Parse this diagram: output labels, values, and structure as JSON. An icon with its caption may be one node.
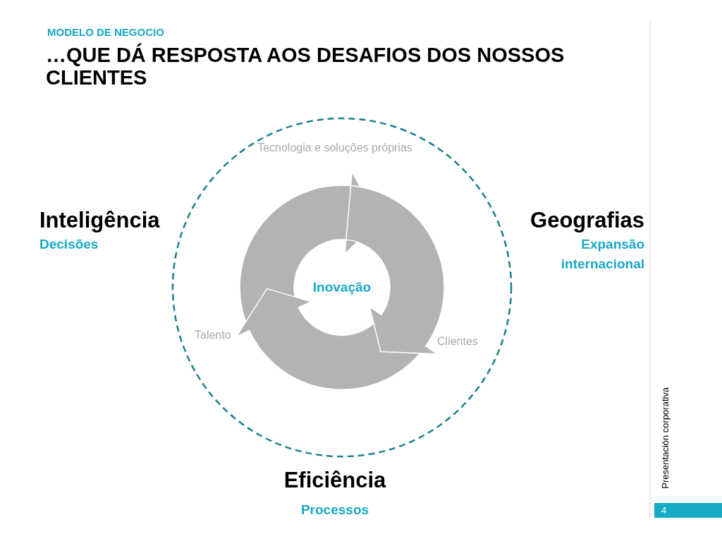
{
  "diagram": {
    "title": "…QUE DÁ RESPOSTA AOS DESAFIOS DOS NOSSOS CLIENTES",
    "nodes": [
      {
        "text": [
          "Inovação"
        ]
      },
      {
        "text": [
          "Inteligência",
          "Decisões"
        ]
      },
      {
        "text": [
          "Geografias",
          "Expansão internacional"
        ]
      },
      {
        "text": [
          "Eficiência",
          "Processos"
        ]
      }
    ],
    "labels": [
      "MODELO DE NEGOCIO",
      "Tecnologia e soluções próprias",
      "Talento",
      "Clientes",
      "Presentación corporativa",
      "4"
    ]
  }
}
